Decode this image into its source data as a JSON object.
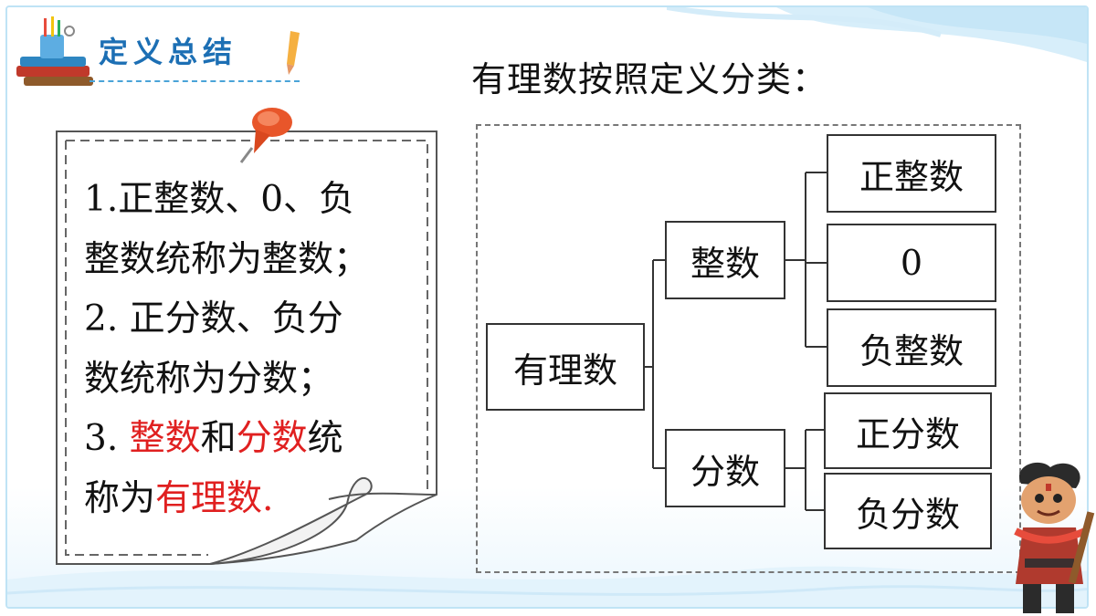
{
  "header": {
    "section_title": "定义总结",
    "heading": "有理数按照定义分类："
  },
  "note": {
    "line1": "1.正整数、0、负",
    "line2": "整数统称为整数；",
    "line3": "2. 正分数、负分",
    "line4": "数统称为分数；",
    "line5_prefix": "3. ",
    "line5_red1": "整数",
    "line5_mid": "和",
    "line5_red2": "分数",
    "line5_suffix": "统",
    "line6_prefix": "称为",
    "line6_red": "有理数",
    "line6_suffix": "."
  },
  "tree": {
    "root": "有理数",
    "integer": "整数",
    "fraction": "分数",
    "pos_integer": "正整数",
    "zero": "0",
    "neg_integer": "负整数",
    "pos_fraction": "正分数",
    "neg_fraction": "负分数"
  },
  "colors": {
    "accent_red": "#e02020",
    "title_blue": "#1c6fb4"
  },
  "icons": [
    "books-icon",
    "pencil-icon",
    "pushpin-icon",
    "mascot-character"
  ]
}
